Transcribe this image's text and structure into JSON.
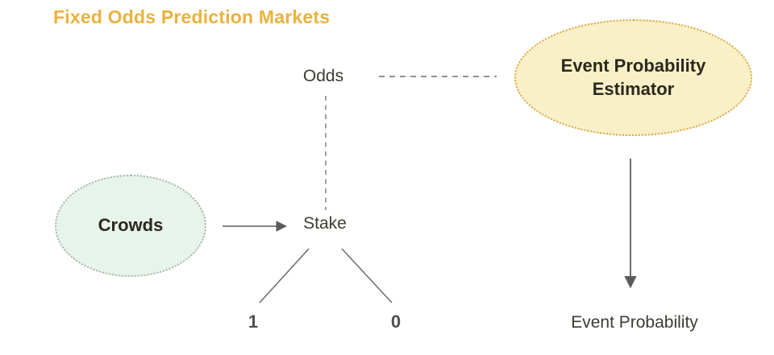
{
  "title": "Fixed Odds Prediction Markets",
  "diagram": {
    "nodes": {
      "crowds": {
        "label": "Crowds",
        "shape": "ellipse",
        "fill": "#e8f3eb",
        "border": "#a5bba8"
      },
      "estimator": {
        "label": "Event Probability Estimator",
        "shape": "ellipse",
        "fill": "#f9f0c8",
        "border": "#d9a948"
      },
      "odds": {
        "label": "Odds",
        "shape": "text"
      },
      "stake": {
        "label": "Stake",
        "shape": "text"
      },
      "outcome_one": {
        "label": "1",
        "shape": "text"
      },
      "outcome_zero": {
        "label": "0",
        "shape": "text"
      },
      "event_probability": {
        "label": "Event Probability",
        "shape": "text"
      }
    },
    "edges": [
      {
        "from": "Odds",
        "to": "Event Probability Estimator",
        "style": "dashed-line"
      },
      {
        "from": "Odds",
        "to": "Stake",
        "style": "dashed-line"
      },
      {
        "from": "Crowds",
        "to": "Stake",
        "style": "solid-arrow"
      },
      {
        "from": "Stake",
        "to": "1",
        "style": "solid-line"
      },
      {
        "from": "Stake",
        "to": "0",
        "style": "solid-line"
      },
      {
        "from": "Event Probability Estimator",
        "to": "Event Probability",
        "style": "solid-arrow"
      }
    ],
    "colors": {
      "title": "#ebb23c",
      "line_gray": "#6f6f6f",
      "text_dark": "#2b281d"
    }
  }
}
